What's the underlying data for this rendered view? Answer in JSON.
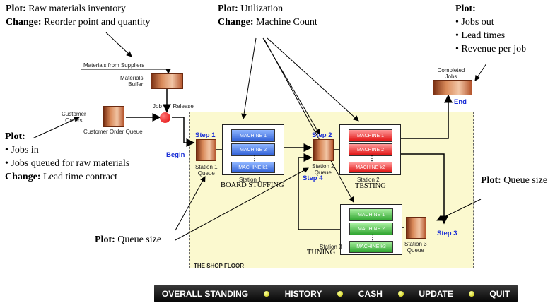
{
  "notes": {
    "raw_materials": {
      "plot_label": "Plot:",
      "plot_text": " Raw materials inventory",
      "change_label": "Change:",
      "change_text": " Reorder point and quantity"
    },
    "utilization": {
      "plot_label": "Plot:",
      "plot_text": " Utilization",
      "change_label": "Change:",
      "change_text": " Machine Count"
    },
    "jobs_out": {
      "plot_label": "Plot:",
      "items": [
        "• Jobs out",
        "• Lead times",
        "• Revenue per job"
      ]
    },
    "jobs_in": {
      "plot_label": "Plot:",
      "items": [
        "• Jobs in",
        "• Jobs queued for raw materials"
      ],
      "change_label": "Change:",
      "change_text": " Lead time contract"
    },
    "queue_left": {
      "plot_label": "Plot:",
      "plot_text": " Queue size"
    },
    "queue_right": {
      "plot_label": "Plot:",
      "plot_text": " Queue size"
    }
  },
  "diagram": {
    "materials_from_suppliers": "Materials from Suppliers",
    "materials_buffer_line1": "Materials",
    "materials_buffer_line2": "Buffer",
    "customer_orders_line1": "Customer",
    "customer_orders_line2": "Orders",
    "customer_order_queue": "Customer Order Queue",
    "job_release_1": "Job",
    "job_release_2": "Release",
    "completed_jobs_line1": "Completed",
    "completed_jobs_line2": "Jobs",
    "end": "End",
    "begin": "Begin",
    "step1": "Step 1",
    "step2": "Step 2",
    "step3": "Step 3",
    "step4": "Step 4",
    "station1_queue_line1": "Station 1",
    "station1_queue_line2": "Queue",
    "station2_queue_line1": "Station 2",
    "station2_queue_line2": "Queue",
    "station3_queue_line1": "Station 3",
    "station3_queue_line2": "Queue",
    "station1_label": "Station 1",
    "station1_name": "BOARD STUFFING",
    "station2_label": "Station 2",
    "station2_name": "TESTING",
    "station3_label": "Station 3",
    "station3_name": "TUNING",
    "shop_floor": "THE SHOP FLOOR",
    "station1_machines": [
      "MACHINE 1",
      "MACHINE 2",
      "MACHINE k1"
    ],
    "station2_machines": [
      "MACHINE 1",
      "MACHINE 2",
      "MACHINE k2"
    ],
    "station3_machines": [
      "MACHINE 1",
      "MACHINE 2",
      "MACHINE k3"
    ],
    "dots": "⋮"
  },
  "nav": {
    "overall": "OVERALL STANDING",
    "history": "HISTORY",
    "cash": "CASH",
    "update": "UPDATE",
    "quit": "QUIT"
  }
}
